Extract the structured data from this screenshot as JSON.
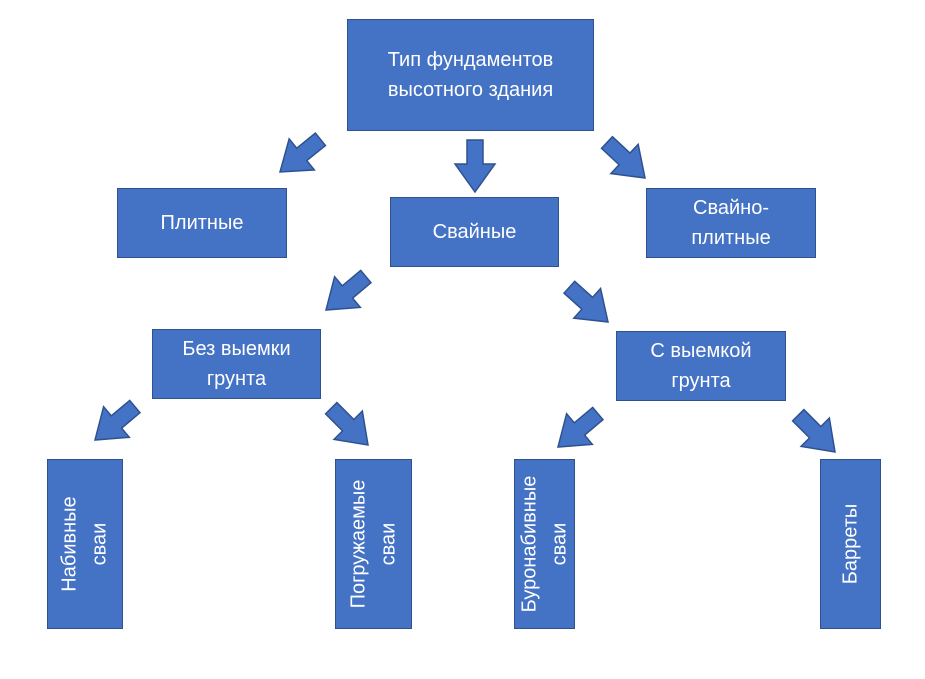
{
  "diagram": {
    "root": {
      "line1": "Тип фундаментов",
      "line2": "высотного здания"
    },
    "level1": {
      "slab": "Плитные",
      "pile": "Свайные",
      "combined": {
        "line1": "Свайно-",
        "line2": "плитные"
      }
    },
    "level2": {
      "no_excavation": {
        "line1": "Без выемки",
        "line2": "грунта"
      },
      "with_excavation": {
        "line1": "С выемкой",
        "line2": "грунта"
      }
    },
    "leaves": {
      "cast_in_place": {
        "line1": "Набивные",
        "line2": "сваи"
      },
      "driven": {
        "line1": "Погружаемые",
        "line2": "сваи"
      },
      "bored": {
        "line1": "Буронабивные",
        "line2": "сваи"
      },
      "barrettes": {
        "line1": "Барреты"
      }
    }
  },
  "colors": {
    "box_fill": "#4472C4",
    "box_border": "#2F528F",
    "text": "#FFFFFF"
  }
}
